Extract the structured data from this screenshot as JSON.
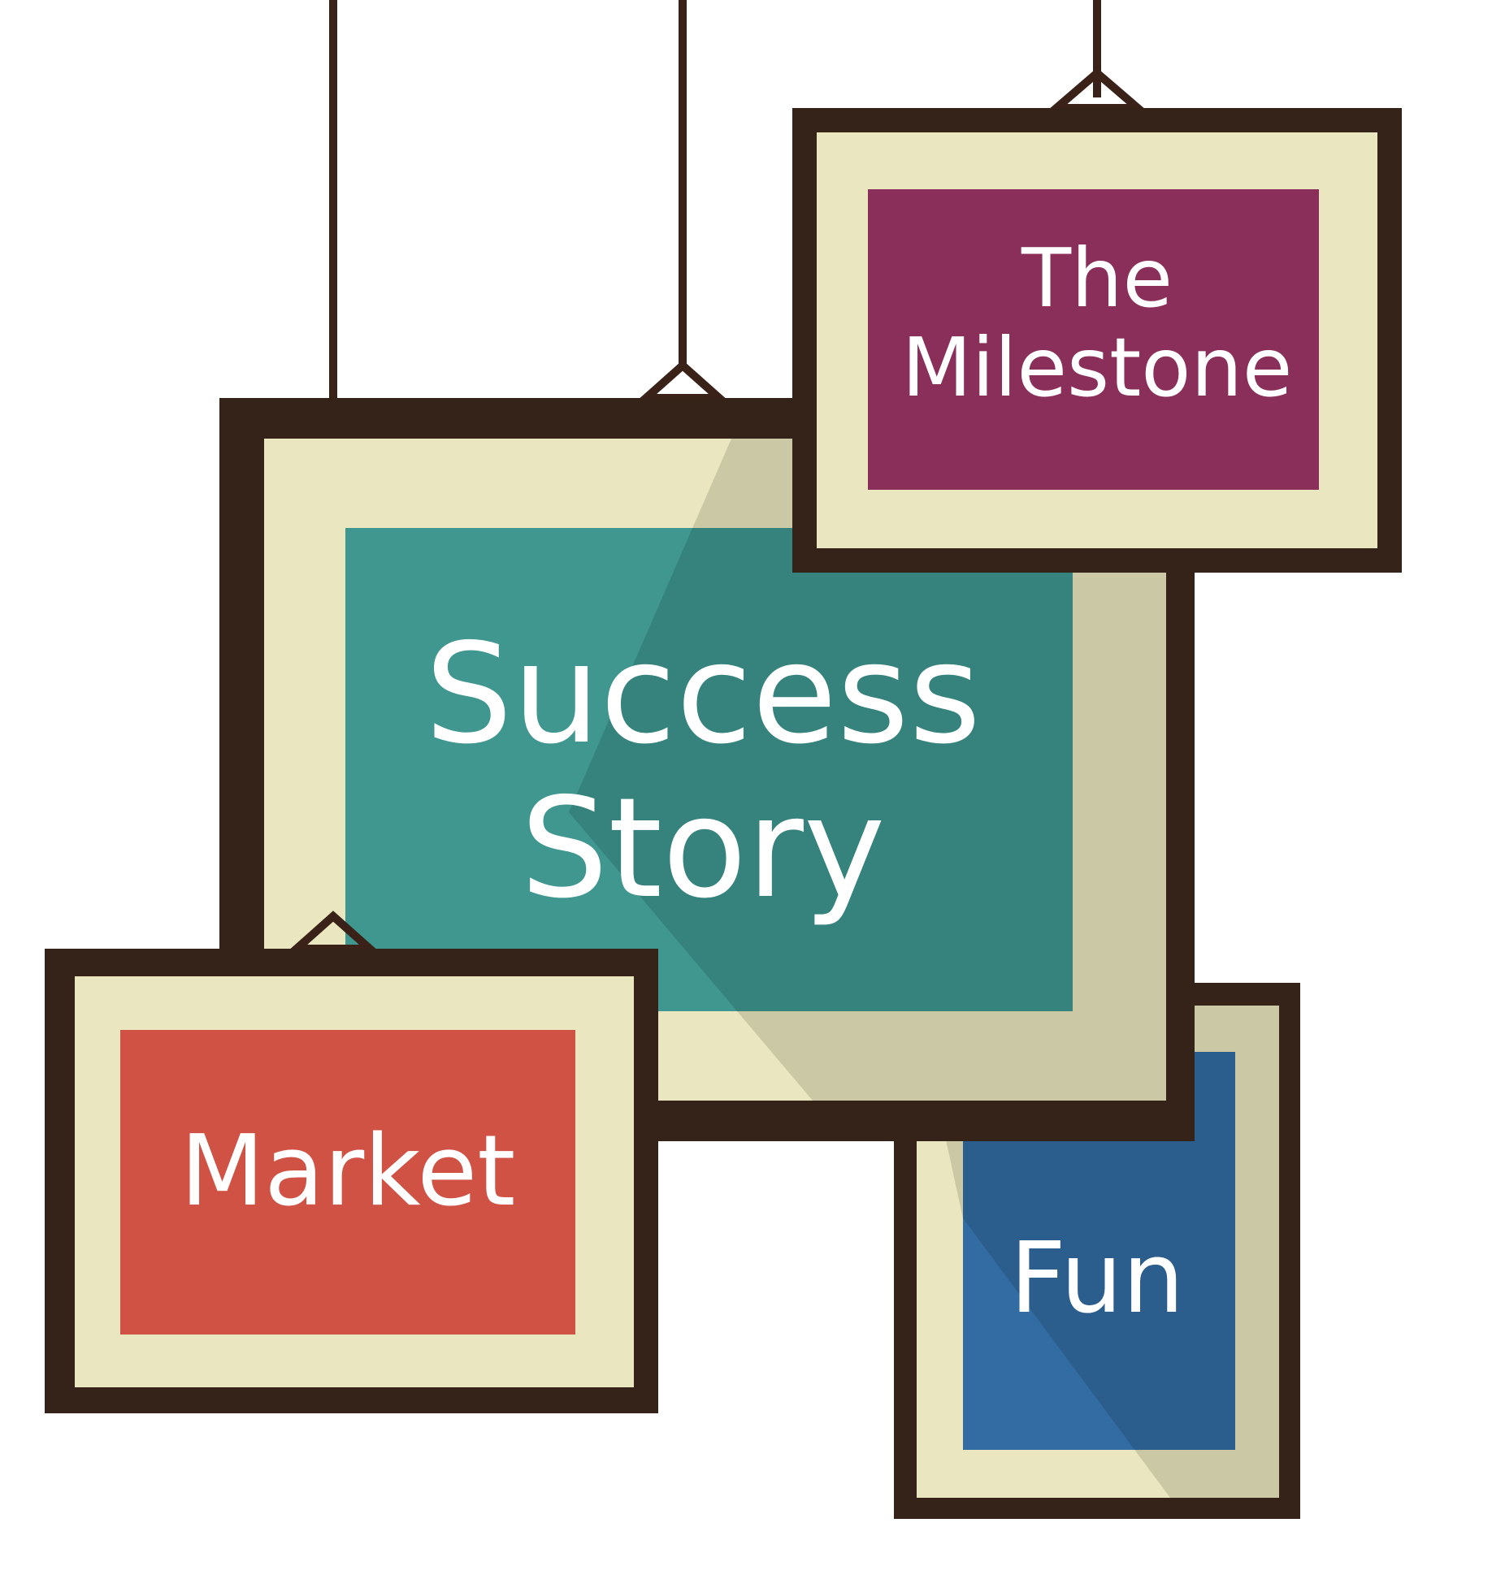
{
  "frames": {
    "milestone": {
      "line1": "The",
      "line2": "Milestone",
      "color": "#8a2f5a"
    },
    "success": {
      "line1": "Success",
      "line2": "Story",
      "color": "#3f9790"
    },
    "market": {
      "label": "Market",
      "color": "#d05245"
    },
    "fun": {
      "label": "Fun",
      "color": "#336ca2"
    }
  },
  "palette": {
    "frame": "#352219",
    "mat": "#eae6bf",
    "string": "#3b2218"
  }
}
